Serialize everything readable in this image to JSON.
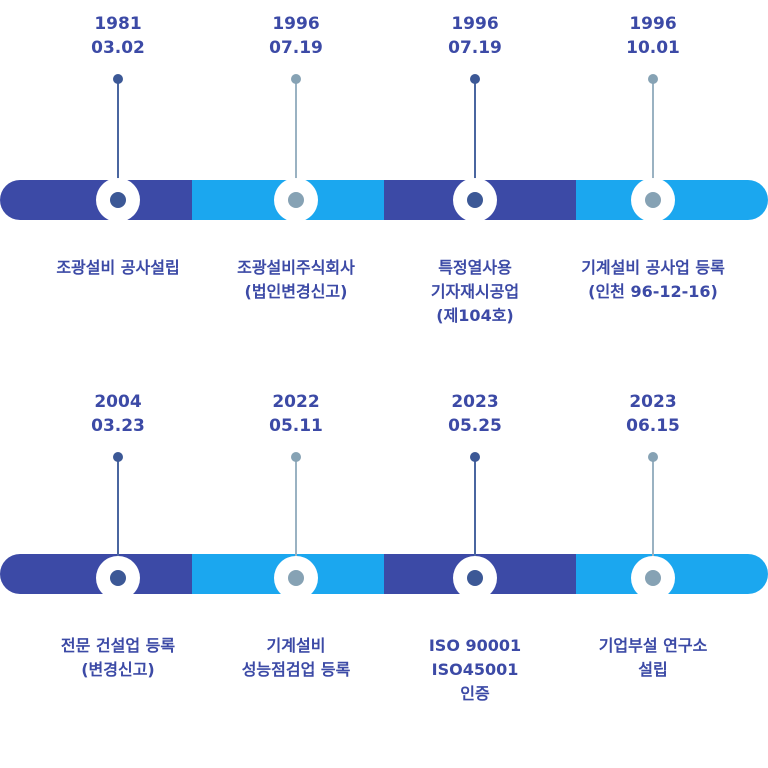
{
  "timelines": [
    {
      "events": [
        {
          "year": "1981",
          "date": "03.02",
          "lines": [
            "조광설비 공사설립"
          ]
        },
        {
          "year": "1996",
          "date": "07.19",
          "lines": [
            "조광설비주식회사",
            "(법인변경신고)"
          ]
        },
        {
          "year": "1996",
          "date": "07.19",
          "lines": [
            "특정열사용",
            "기자재시공업",
            "(제104호)"
          ]
        },
        {
          "year": "1996",
          "date": "10.01",
          "lines": [
            "기계설비 공사업 등록",
            "(인천 96-12-16)"
          ]
        }
      ]
    },
    {
      "events": [
        {
          "year": "2004",
          "date": "03.23",
          "lines": [
            "전문 건설업 등록",
            "(변경신고)"
          ]
        },
        {
          "year": "2022",
          "date": "05.11",
          "lines": [
            "기계설비",
            "성능점검업 등록"
          ]
        },
        {
          "year": "2023",
          "date": "05.25",
          "lines": [
            "ISO 90001",
            "ISO45001",
            "인증"
          ]
        },
        {
          "year": "2023",
          "date": "06.15",
          "lines": [
            "기업부설 연구소",
            "설립"
          ]
        }
      ]
    }
  ],
  "colors": {
    "dark_bar": "#3c4aa6",
    "light_bar": "#1ba7ef",
    "text": "#3c4aa6",
    "dot_dark": "#3c5896",
    "dot_light": "#86a2b4"
  }
}
